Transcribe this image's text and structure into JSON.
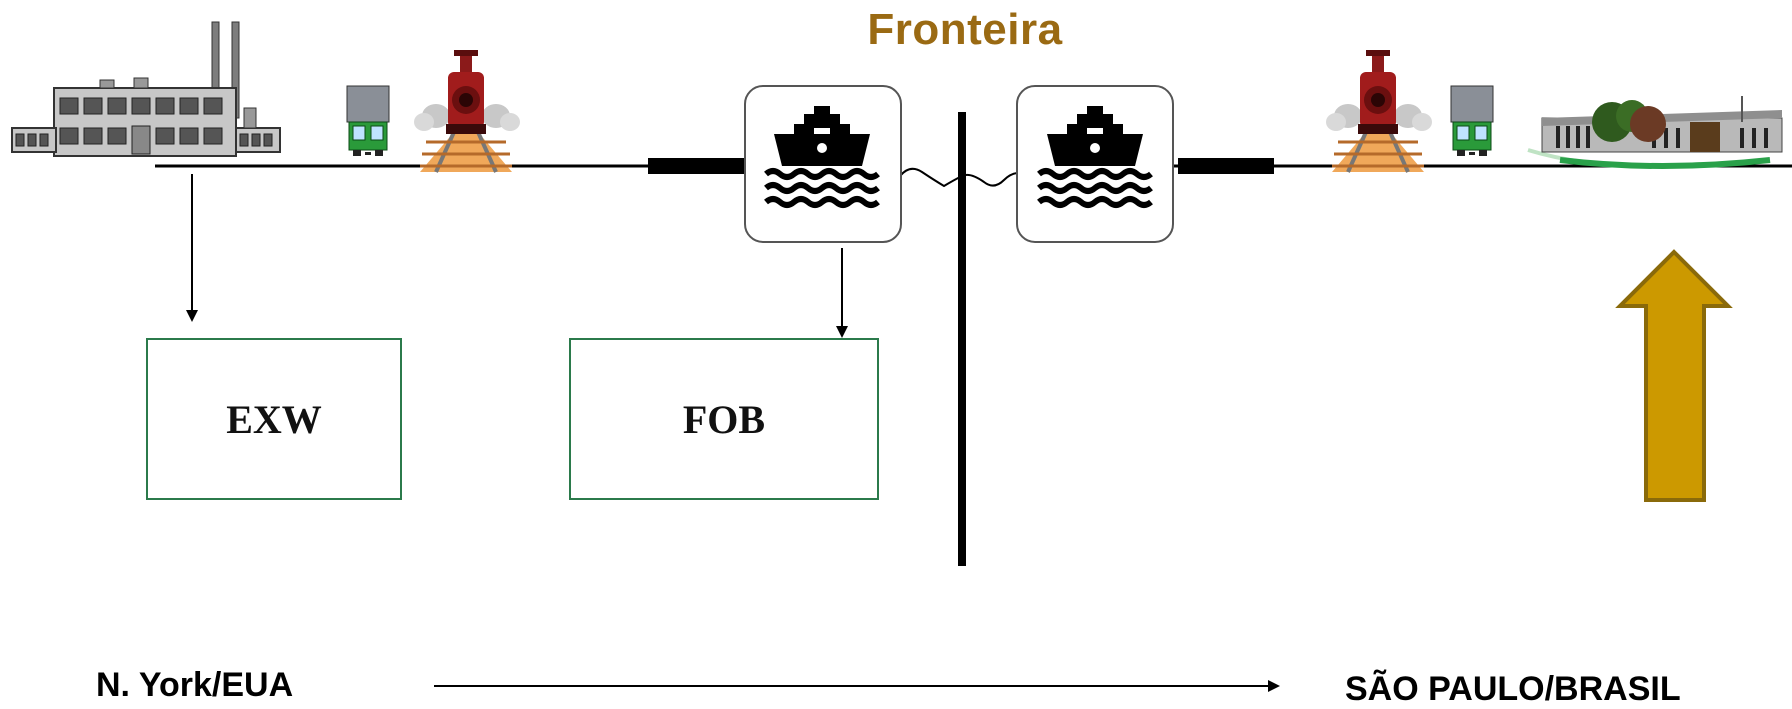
{
  "title": "Fronteira",
  "terms": {
    "exw": "EXW",
    "fob": "FOB"
  },
  "route": {
    "origin": "N. York/EUA",
    "destination": "SÃO PAULO/BRASIL"
  },
  "icons": {
    "origin_factory": "factory-icon",
    "origin_truck": "truck-icon",
    "origin_train": "steam-train-icon",
    "port_ship_origin": "ship-icon",
    "port_ship_destination": "ship-icon",
    "destination_train": "steam-train-icon",
    "destination_truck": "truck-icon",
    "destination_warehouse": "warehouse-icon",
    "destination_arrow": "up-arrow-icon"
  },
  "colors": {
    "title": "#9a6a13",
    "box_border": "#2b7a4b",
    "arrow_fill": "#cc9900",
    "arrow_stroke": "#8a6a0a"
  }
}
